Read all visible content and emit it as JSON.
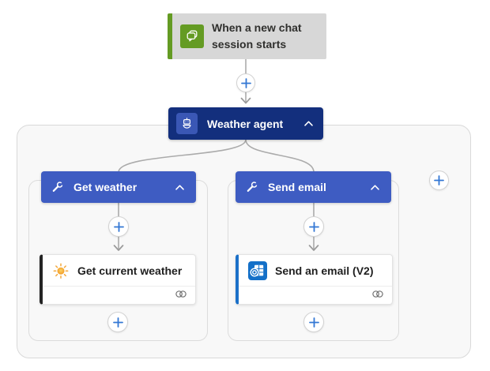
{
  "trigger": {
    "title": "When a new chat session starts",
    "icon": "chat-bubbles-icon"
  },
  "agent": {
    "label": "Weather agent",
    "icon": "bot-icon",
    "collapse_icon": "chevron-up-icon"
  },
  "branches": [
    {
      "tool": {
        "label": "Get weather",
        "icon": "wrench-icon",
        "collapse_icon": "chevron-up-icon"
      },
      "action": {
        "label": "Get current weather",
        "icon": "sun-icon",
        "status_icon": "connection-icon"
      }
    },
    {
      "tool": {
        "label": "Send email",
        "icon": "wrench-icon",
        "collapse_icon": "chevron-up-icon"
      },
      "action": {
        "label": "Send an email (V2)",
        "icon": "outlook-icon",
        "status_icon": "connection-icon"
      }
    }
  ],
  "add_buttons": {
    "icon": "plus-icon",
    "count": 6
  },
  "colors": {
    "trigger_bg": "#d7d7d7",
    "trigger_accent_green": "#649b23",
    "agent_navy": "#132f7d",
    "agent_tile_blue": "#3a57b5",
    "tool_blue": "#3e5cc2",
    "weather_card_accent": "#242424",
    "outlook_card_accent": "#1b70c8",
    "outlook_icon_blue": "#1470c8",
    "plus_blue": "#3377d4",
    "connector_gray": "#ababab",
    "sun_orange": "#f0941f",
    "scope_bg": "#f8f8f8"
  }
}
